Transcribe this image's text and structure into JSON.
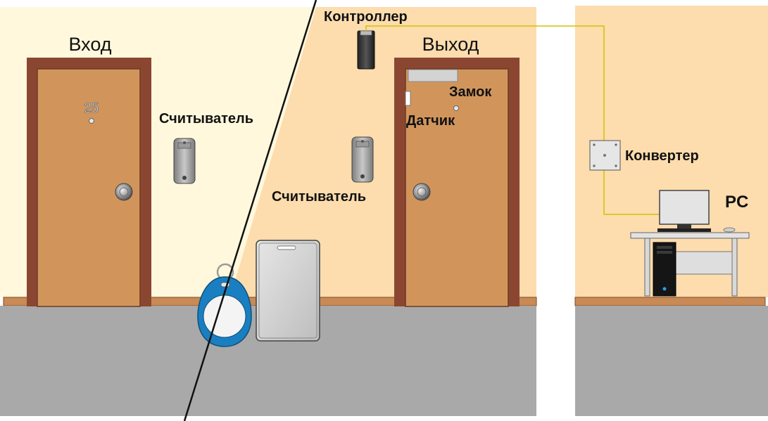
{
  "labels": {
    "entrance": "Вход",
    "exit": "Выход",
    "controller": "Контроллер",
    "reader_entrance": "Считыватель",
    "reader_exit": "Считыватель",
    "lock": "Замок",
    "sensor": "Датчик",
    "converter": "Конвертер",
    "pc": "PC",
    "door_number": "25"
  },
  "colors": {
    "entrance_wall": "#fff8dc",
    "exit_wall": "#fddcae",
    "pc_wall": "#fddcae",
    "floor": "#a9a9a9",
    "baseboard": "#c98a55",
    "door_frame": "#8b4632",
    "door_leaf": "#d1955c",
    "wire": "#d4c200",
    "fob_blue": "#1a7fc1",
    "partition_line": "#111111"
  }
}
